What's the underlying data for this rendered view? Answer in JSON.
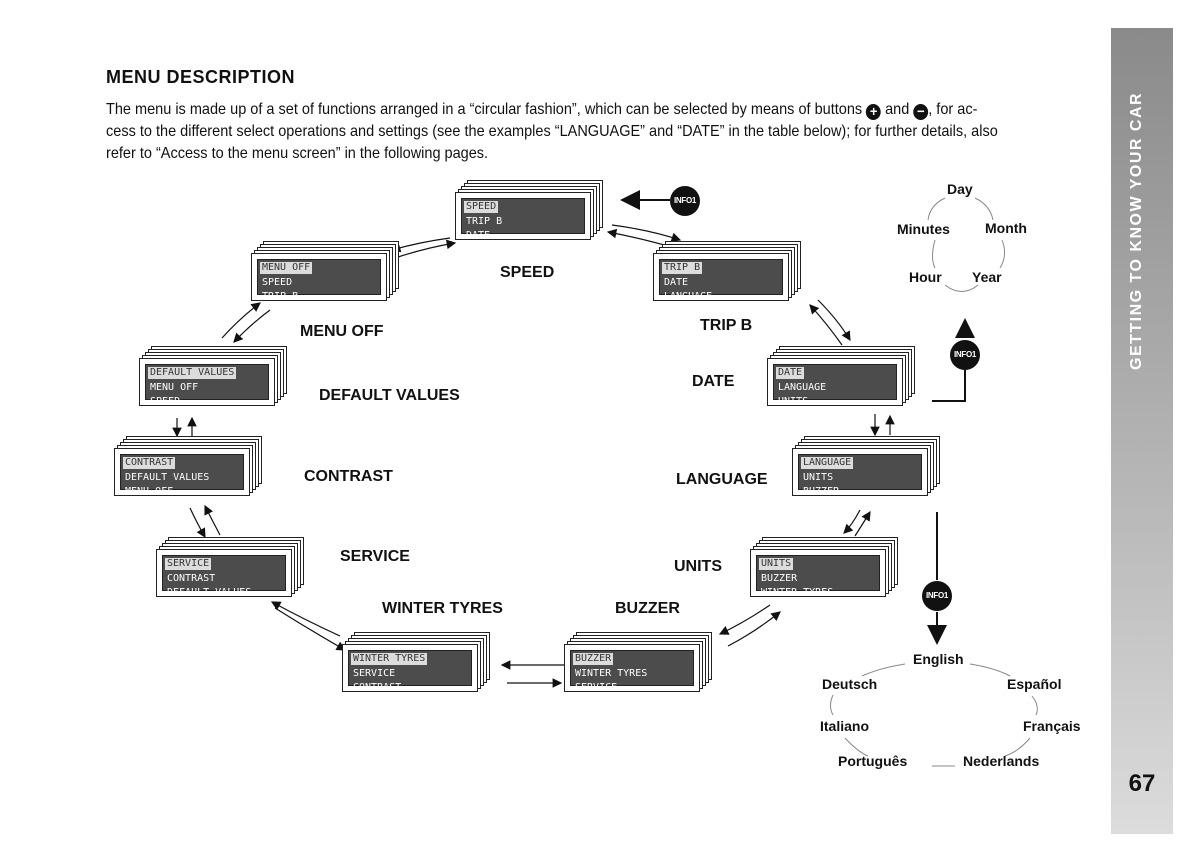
{
  "sidebar": {
    "title": "GETTING TO KNOW YOUR CAR",
    "page_number": "67"
  },
  "heading": "MENU DESCRIPTION",
  "intro": {
    "line1_a": "The menu is made up of a set of functions arranged in a “circular fashion”, which can be selected by means of buttons",
    "line1_b": "and",
    "line1_c": ", for ac-",
    "line2": "cess to the different select operations and settings (see the examples “LANGUAGE” and “DATE” in the table below); for further details, also",
    "line3": "refer to “Access to the menu screen” in the following pages.",
    "plus_icon": "plus-circle-icon",
    "minus_icon": "minus-circle-icon"
  },
  "info_badge": "INFO1",
  "screens": [
    {
      "id": "speed",
      "label": "SPEED",
      "lines": [
        "SPEED",
        "TRIP B",
        "DATE"
      ]
    },
    {
      "id": "trip-b",
      "label": "TRIP B",
      "lines": [
        "TRIP B",
        "DATE",
        "LANGUAGE"
      ]
    },
    {
      "id": "date",
      "label": "DATE",
      "lines": [
        "DATE",
        "LANGUAGE",
        "UNITS"
      ]
    },
    {
      "id": "language",
      "label": "LANGUAGE",
      "lines": [
        "LANGUAGE",
        "UNITS",
        "BUZZER"
      ]
    },
    {
      "id": "units",
      "label": "UNITS",
      "lines": [
        "UNITS",
        "BUZZER",
        "WINTER TYRES"
      ]
    },
    {
      "id": "buzzer",
      "label": "BUZZER",
      "lines": [
        "BUZZER",
        "WINTER TYRES",
        "SERVICE"
      ]
    },
    {
      "id": "winter-tyres",
      "label": "WINTER TYRES",
      "lines": [
        "WINTER TYRES",
        "SERVICE",
        "CONTRAST"
      ]
    },
    {
      "id": "service",
      "label": "SERVICE",
      "lines": [
        "SERVICE",
        "CONTRAST",
        "DEFAULT VALUES"
      ]
    },
    {
      "id": "contrast",
      "label": "CONTRAST",
      "lines": [
        "CONTRAST",
        "DEFAULT VALUES",
        "MENU OFF"
      ]
    },
    {
      "id": "default-values",
      "label": "DEFAULT VALUES",
      "lines": [
        "DEFAULT VALUES",
        "MENU OFF",
        "SPEED"
      ]
    },
    {
      "id": "menu-off",
      "label": "MENU OFF",
      "lines": [
        "MENU OFF",
        "SPEED",
        "TRIP B"
      ]
    }
  ],
  "date_cycle": [
    "Day",
    "Month",
    "Year",
    "Hour",
    "Minutes"
  ],
  "languages": [
    "English",
    "Español",
    "Français",
    "Nederlands",
    "Português",
    "Italiano",
    "Deutsch"
  ]
}
